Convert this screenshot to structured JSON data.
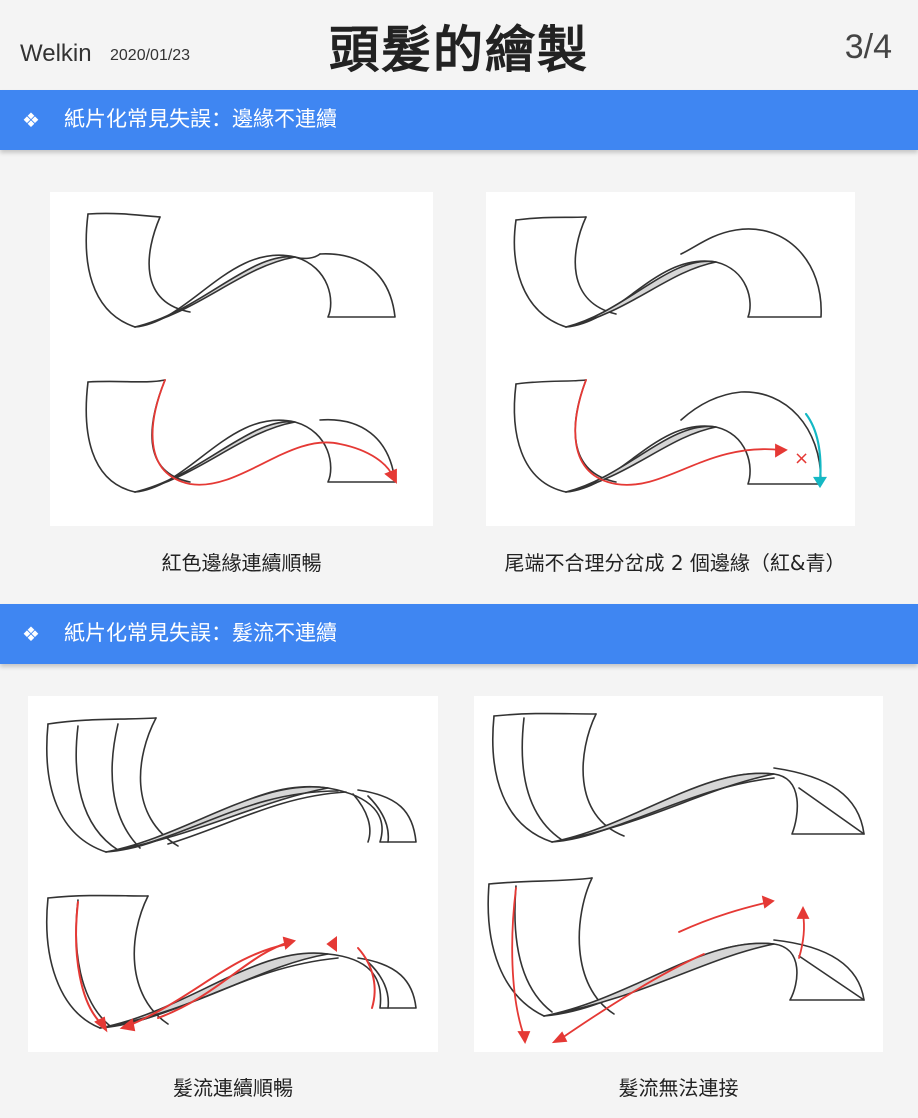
{
  "header": {
    "author": "Welkin",
    "date": "2020/01/23",
    "title": "頭髮的繪製",
    "page": "3/4"
  },
  "sections": [
    {
      "bullet": "❖",
      "heading": "紙片化常見失誤：邊緣不連續",
      "captions": [
        "紅色邊緣連續順暢",
        "尾端不合理分岔成 2 個邊緣（紅&青）"
      ],
      "marks": [
        "×"
      ]
    },
    {
      "bullet": "❖",
      "heading": "紙片化常見失誤：髮流不連續",
      "captions": [
        "髮流連續順暢",
        "髮流無法連接"
      ]
    }
  ],
  "colors": {
    "section_bar": "#3f86f2",
    "stroke_red": "#e53935",
    "stroke_cyan": "#14b8c4",
    "ribbon_shade": "#d6d6d6",
    "line": "#333333"
  }
}
